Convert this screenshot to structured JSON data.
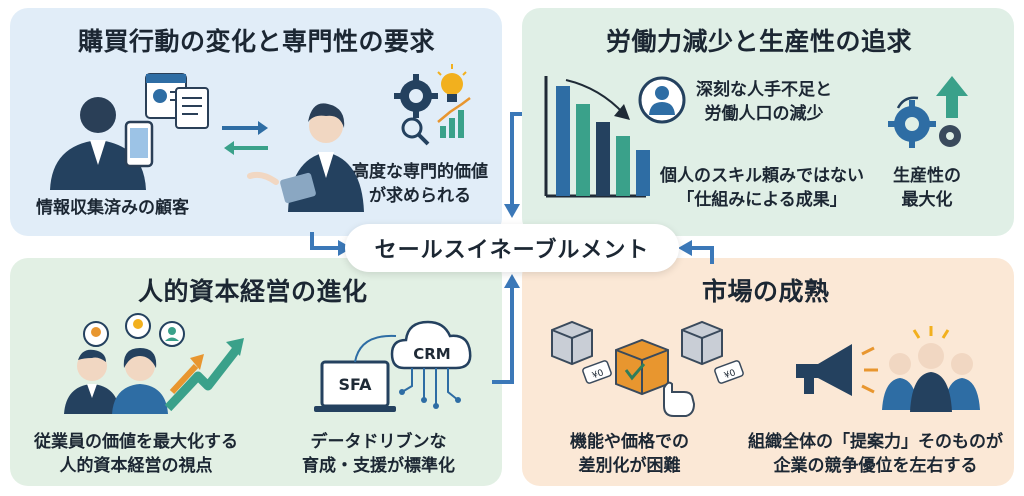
{
  "center": {
    "label": "セールスイネーブルメント"
  },
  "panels": {
    "top_left": {
      "title": "購買行動の変化と専門性の要求",
      "customer_label": "情報収集済みの顧客",
      "expertise_label": [
        "高度な専門的価値",
        "が求められる"
      ]
    },
    "top_right": {
      "title": "労働力減少と生産性の追求",
      "shortage_label": [
        "深刻な人手不足と",
        "労働人口の減少"
      ],
      "system_label": [
        "個人のスキル頼みではない",
        "「仕組みによる成果」"
      ],
      "productivity_label": [
        "生産性の",
        "最大化"
      ]
    },
    "bottom_left": {
      "title": "人的資本経営の進化",
      "employee_label": [
        "従業員の価値を最大化する",
        "人的資本経営の視点"
      ],
      "data_label": [
        "データドリブンな",
        "育成・支援が標準化"
      ],
      "sfa_text": "SFA",
      "crm_text": "CRM"
    },
    "bottom_right": {
      "title": "市場の成熟",
      "differentiation_label": [
        "機能や価格での",
        "差別化が困難"
      ],
      "proposal_label": [
        "組織全体の「提案力」そのものが",
        "企業の競争優位を左右する"
      ],
      "tag_text": "¥0"
    }
  },
  "colors": {
    "blue": "#2e6da4",
    "teal": "#3aa18a",
    "navy": "#24415f",
    "orange": "#e8962f",
    "yellow": "#f2b01e",
    "arrow_blue": "#3b78b8"
  }
}
